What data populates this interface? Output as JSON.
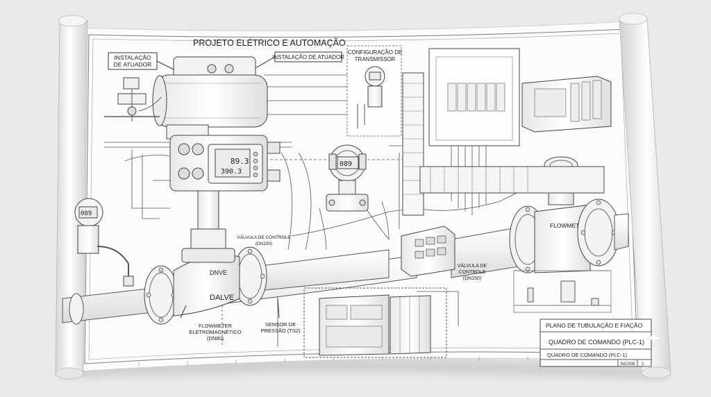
{
  "title": "PROJETO ELÉTRICO E AUTOMAÇÃO",
  "labels": {
    "actuator_install_left": [
      "INSTALAÇÃO",
      "DE ATUADOR"
    ],
    "actuator_install_right": "INSTALAÇÃO DE ATUADOR",
    "transmitter_config": [
      "CONFIGURAÇÃO DE",
      "TRANSMISSOR"
    ],
    "control_valve_top": [
      "VÁLVULA DE CONTROLE",
      "(DN150)"
    ],
    "control_valve_right": [
      "VÁLVULA DE",
      "CONTROLE",
      "(DN150)"
    ],
    "flowmeter_left": [
      "FLOWMETER",
      "ELETROMAGNÉTICO",
      "(DN80)"
    ],
    "pressure_sensor": [
      "SENSOR DE",
      "PRESSÃO (TS2)"
    ],
    "valve_body_1": "DNVE",
    "valve_body_2": "DALVE",
    "flowmeter_body": "FLOWMETER"
  },
  "displays": {
    "controller_line1": "89.3",
    "controller_line2": "390.3",
    "transmitter": "089",
    "left_gauge": "089"
  },
  "title_block": {
    "heading": "PLANO DE TUBULAÇÃO E FIAÇÃO",
    "drawing_name": "QUADRO DE COMANDO (PLC-1)",
    "drawing_name_small": "QUADRO DE COMANDO (PLC-1)",
    "sheet": "NC008",
    "sheet_num": "1"
  }
}
